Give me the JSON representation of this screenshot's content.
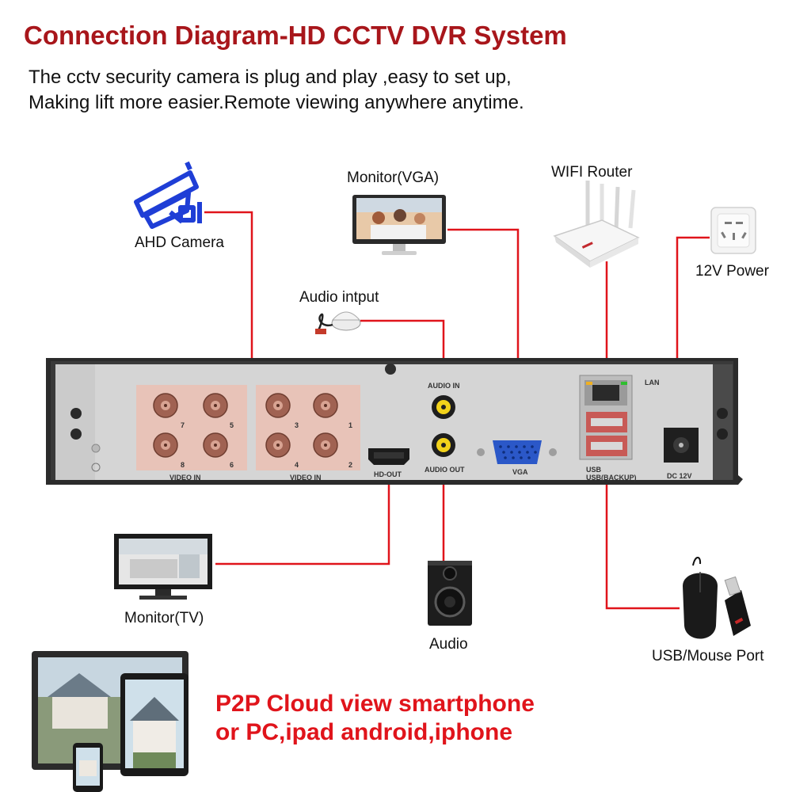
{
  "title": "Connection Diagram-HD CCTV DVR System",
  "intro": {
    "line1": "The cctv  security camera  is plug and play ,easy to set up,",
    "line2": "Making lift more easier.Remote viewing anywhere anytime."
  },
  "devices": {
    "ahd_camera": "AHD Camera",
    "monitor_vga": "Monitor(VGA)",
    "wifi_router": "WIFI Router",
    "power": "12V Power",
    "audio_input": "Audio intput",
    "monitor_tv": "Monitor(TV)",
    "audio": "Audio",
    "usb_mouse": "USB/Mouse Port"
  },
  "dvr_panel": {
    "video_in_left": "VIDEO IN",
    "video_in_right": "VIDEO IN",
    "audio_in": "AUDIO IN",
    "audio_out": "AUDIO OUT",
    "hd_out": "HD-OUT",
    "vga": "VGA",
    "lan": "LAN",
    "usb": "USB",
    "usb_backup": "USB(BACKUP)",
    "dc": "DC 12V",
    "ch7": "7",
    "ch5": "5",
    "ch8": "8",
    "ch6": "6",
    "ch3": "3",
    "ch1": "1",
    "ch4": "4",
    "ch2": "2"
  },
  "p2p": {
    "line1": "P2P Cloud view smartphone",
    "line2": "or PC,ipad android,iphone"
  },
  "colors": {
    "title": "#a8161b",
    "wire": "#e0141b",
    "camera_icon": "#1f3ed6",
    "bnc_panel": "#e8c3b8",
    "dvr_body": "#2b2b2b",
    "dvr_face": "#d5d5d5"
  }
}
